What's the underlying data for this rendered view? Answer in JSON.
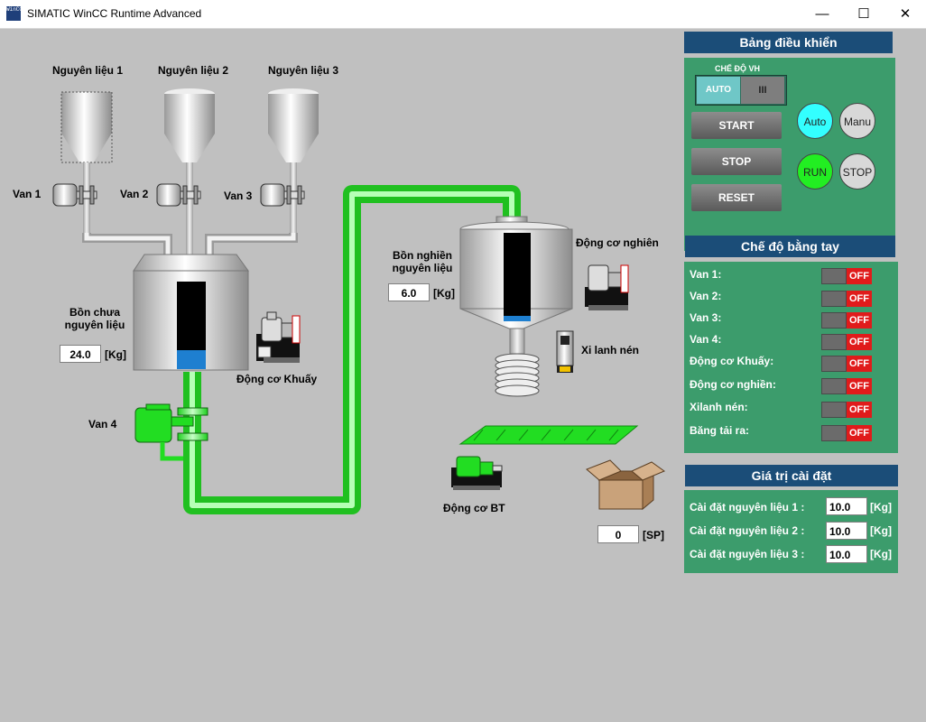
{
  "window": {
    "title": "SIMATIC WinCC Runtime Advanced",
    "icon_text": "WinCC",
    "minimize_glyph": "—",
    "maximize_glyph": "☐",
    "close_glyph": "✕"
  },
  "colors": {
    "panel_header": "#1b4d78",
    "panel_body": "#3c9c6c",
    "pipe_green": "#33ff33",
    "off_red": "#e01b1b",
    "level_blue": "#1e7fd0"
  },
  "process": {
    "materials": [
      "Nguyên liệu 1",
      "Nguyên liệu 2",
      "Nguyên liệu 3"
    ],
    "valves": [
      "Van 1",
      "Van 2",
      "Van 3",
      "Van 4"
    ],
    "storage_tank": {
      "label_line1": "Bồn chưa",
      "label_line2": "nguyên liệu",
      "value": "24.0",
      "unit": "[Kg]",
      "level_fraction": 0.22
    },
    "grinder_tank": {
      "label_line1": "Bồn nghiền",
      "label_line2": "nguyên liệu",
      "value": "6.0",
      "unit": "[Kg]",
      "level_fraction": 0.06
    },
    "mixer_motor_label": "Động cơ Khuấy",
    "grinder_motor_label": "Động cơ nghiên",
    "cylinder_label": "Xi lanh nén",
    "conveyor_motor_label": "Động cơ BT",
    "product_count": "0",
    "product_unit": "[SP]"
  },
  "control_panel": {
    "title": "Bảng điều khiển",
    "mode_label": "CHẾ ĐỘ VH",
    "mode_auto": "AUTO",
    "mode_manual_glyph": "III",
    "start": "START",
    "stop": "STOP",
    "reset": "RESET",
    "ind_auto": "Auto",
    "ind_manu": "Manu",
    "ind_run": "RUN",
    "ind_stop": "STOP"
  },
  "manual_panel": {
    "title": "Chế độ bằng tay",
    "items": [
      {
        "label": "Van 1:",
        "state": "OFF"
      },
      {
        "label": "Van 2:",
        "state": "OFF"
      },
      {
        "label": "Van 3:",
        "state": "OFF"
      },
      {
        "label": "Van 4:",
        "state": "OFF"
      },
      {
        "label": "Động cơ Khuấy:",
        "state": "OFF"
      },
      {
        "label": "Động cơ nghiền:",
        "state": "OFF"
      },
      {
        "label": "Xilanh nén:",
        "state": "OFF"
      },
      {
        "label": "Băng tải ra:",
        "state": "OFF"
      }
    ]
  },
  "settings_panel": {
    "title": "Giá trị cài đặt",
    "items": [
      {
        "label": "Cài đặt nguyên liệu 1 :",
        "value": "10.0",
        "unit": "[Kg]"
      },
      {
        "label": "Cài đặt nguyên liệu 2 :",
        "value": "10.0",
        "unit": "[Kg]"
      },
      {
        "label": "Cài đặt nguyên liệu 3 :",
        "value": "10.0",
        "unit": "[Kg]"
      }
    ]
  }
}
